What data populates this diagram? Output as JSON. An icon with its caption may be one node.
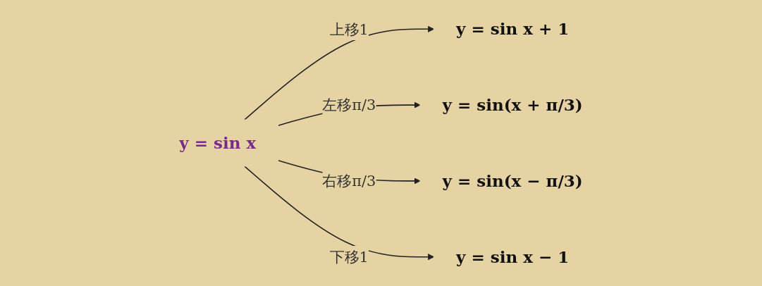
{
  "diagram": {
    "nodes": [
      {
        "text": [
          "y = sin x"
        ]
      },
      {
        "text": [
          "y = sin x + 1"
        ]
      },
      {
        "text": [
          "y = sin(x + π/3)"
        ]
      },
      {
        "text": [
          "y = sin(x − π/3)"
        ]
      },
      {
        "text": [
          "y = sin x − 1"
        ]
      }
    ],
    "edges": [
      {
        "from": 0,
        "to": 1,
        "arrow": "to",
        "label": "上移1"
      },
      {
        "from": 0,
        "to": 2,
        "arrow": "to",
        "label": "左移π/3"
      },
      {
        "from": 0,
        "to": 3,
        "arrow": "to",
        "label": "右移π/3"
      },
      {
        "from": 0,
        "to": 4,
        "arrow": "to",
        "label": "下移1"
      }
    ]
  }
}
